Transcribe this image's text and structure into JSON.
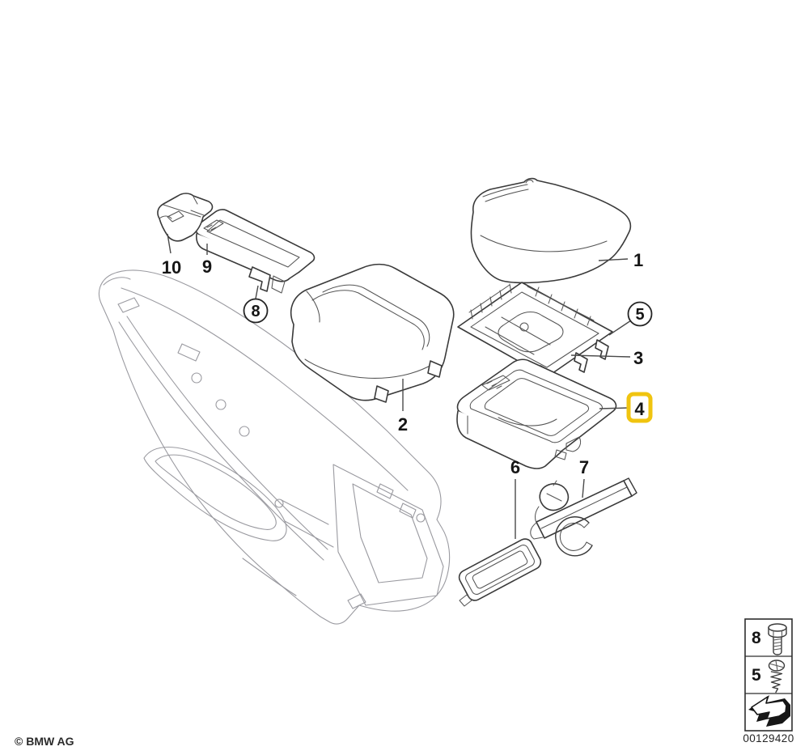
{
  "page": {
    "background": "#ffffff",
    "copyright": "© BMW AG"
  },
  "diagram": {
    "line_color": "#3a3a3a",
    "console_line_color": "#9a9aa0",
    "highlight_color": "#F0C410",
    "selected_callout": "4",
    "callouts": [
      {
        "label": "1",
        "style": "plain"
      },
      {
        "label": "2",
        "style": "plain"
      },
      {
        "label": "3",
        "style": "plain"
      },
      {
        "label": "4",
        "style": "highlighted"
      },
      {
        "label": "5",
        "style": "circled"
      },
      {
        "label": "6",
        "style": "plain"
      },
      {
        "label": "7",
        "style": "plain"
      },
      {
        "label": "8",
        "style": "circled"
      },
      {
        "label": "9",
        "style": "plain"
      },
      {
        "label": "10",
        "style": "plain"
      }
    ]
  },
  "legend": {
    "rows": [
      {
        "ref": "8",
        "icon": "bolt-icon"
      },
      {
        "ref": "5",
        "icon": "screw-icon"
      },
      {
        "ref": "",
        "icon": "direction-arrow-icon"
      }
    ],
    "drawing_number": "00129420"
  }
}
